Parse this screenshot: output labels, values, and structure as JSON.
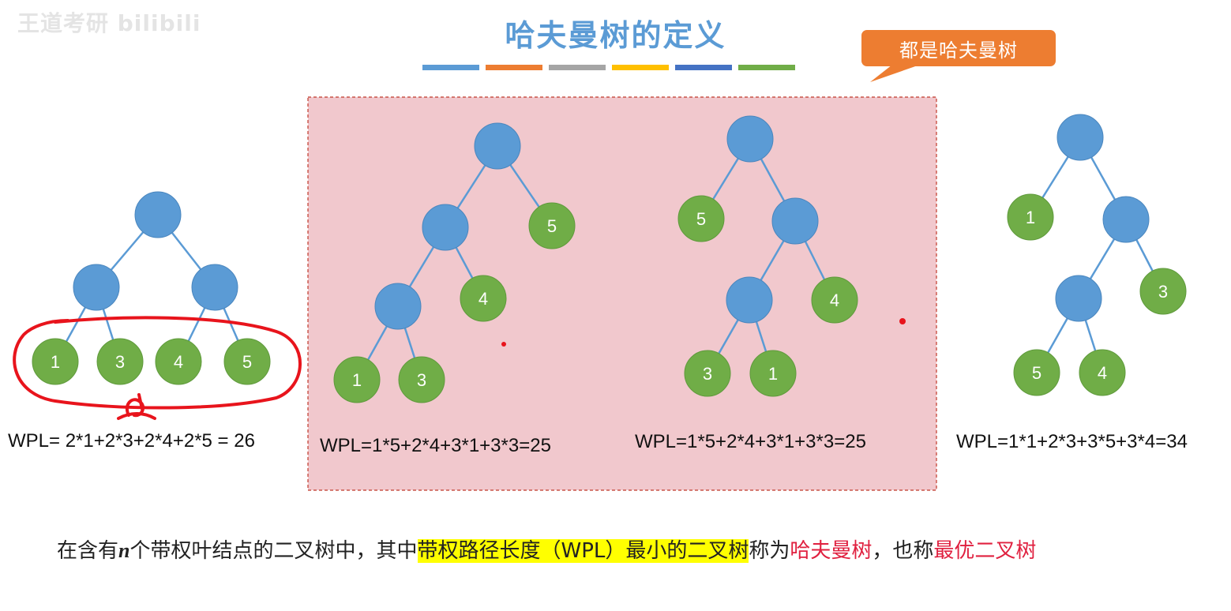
{
  "watermark": "王道考研 bilibili",
  "title": "哈夫曼树的定义",
  "title_color": "#5b9bd5",
  "title_underline_colors": [
    "#5b9bd5",
    "#ed7d31",
    "#a5a5a5",
    "#ffc000",
    "#4472c4",
    "#70ad47"
  ],
  "callout": {
    "text": "都是哈夫曼树",
    "color": "#ed7d31"
  },
  "colors": {
    "internal_node": "#5b9bd5",
    "leaf_node": "#70ad47",
    "edge": "#5b9bd5",
    "highlight_box_fill": "#f1c8cd",
    "highlight_box_border": "#c0392b",
    "annotation_red": "#e8141c"
  },
  "trees": [
    {
      "name": "tree-1",
      "leaves": [
        "1",
        "3",
        "4",
        "5"
      ],
      "wpl": "WPL= 2*1+2*3+2*4+2*5 = 26"
    },
    {
      "name": "tree-2",
      "leaves": [
        "5",
        "4",
        "1",
        "3"
      ],
      "wpl": "WPL=1*5+2*4+3*1+3*3=25"
    },
    {
      "name": "tree-3",
      "leaves": [
        "5",
        "4",
        "3",
        "1"
      ],
      "wpl": "WPL=1*5+2*4+3*1+3*3=25"
    },
    {
      "name": "tree-4",
      "leaves": [
        "1",
        "3",
        "5",
        "4"
      ],
      "wpl": "WPL=1*1+2*3+3*5+3*4=34"
    }
  ],
  "description": {
    "part1": "在含有",
    "n": "n",
    "part2": "个带权叶结点的二叉树中，其中",
    "highlight": "带权路径长度（WPL）最小的二叉树",
    "part3": "称为",
    "term1": "哈夫曼树",
    "part4": "，也称",
    "term2": "最优二叉树"
  }
}
